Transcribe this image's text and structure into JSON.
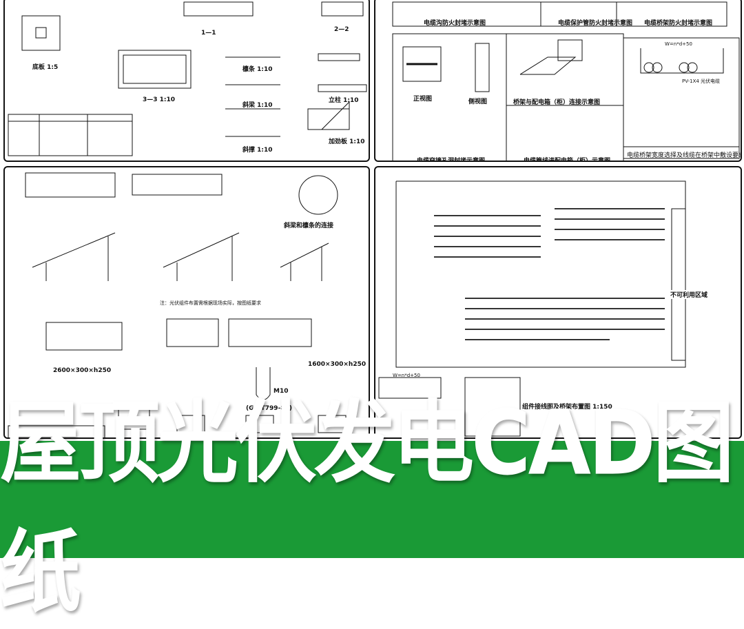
{
  "banner": {
    "title": "屋顶光伏发电CAD图纸",
    "color": "#1a9a36"
  },
  "panel_tl": {
    "labels": {
      "base": "底板 1:5",
      "sec11": "1—1",
      "sec22": "2—2",
      "sec33": "3—3 1:10",
      "s1": "檩条 1:10",
      "s2": "斜梁 1:10",
      "s3": "立柱 1:10",
      "s4": "斜撑 1:10",
      "s5": "加劲板 1:10"
    }
  },
  "panel_tr": {
    "titles": [
      "电缆沟防火封堵示意图",
      "电缆保护管防火封堵示意图",
      "电缆桥架防火封堵示意图",
      "正视图",
      "侧视图",
      "桥架与配电箱（柜）连接示意图",
      "电缆穿墙孔洞封堵示意图",
      "电缆管线进配电箱（柜）示意图",
      "电缆桥架宽度选择及线缆在桥架中敷设要求"
    ],
    "formula": "W=n*d+50",
    "pv": "PV-1X4 光伏电缆"
  },
  "panel_bl": {
    "detail": "斜梁和檩条的连接",
    "f1": "2600×300×h250",
    "f2": "1600×300×h250",
    "bolt": "M10",
    "std": "(GB/T799-88)",
    "note": "注：光伏组件布置需根据现场实际，按图纸要求"
  },
  "panel_br": {
    "zone": "不可利用区域",
    "title": "组件接线图及桥架布置图 1:150",
    "formula": "W=n*d+50"
  }
}
